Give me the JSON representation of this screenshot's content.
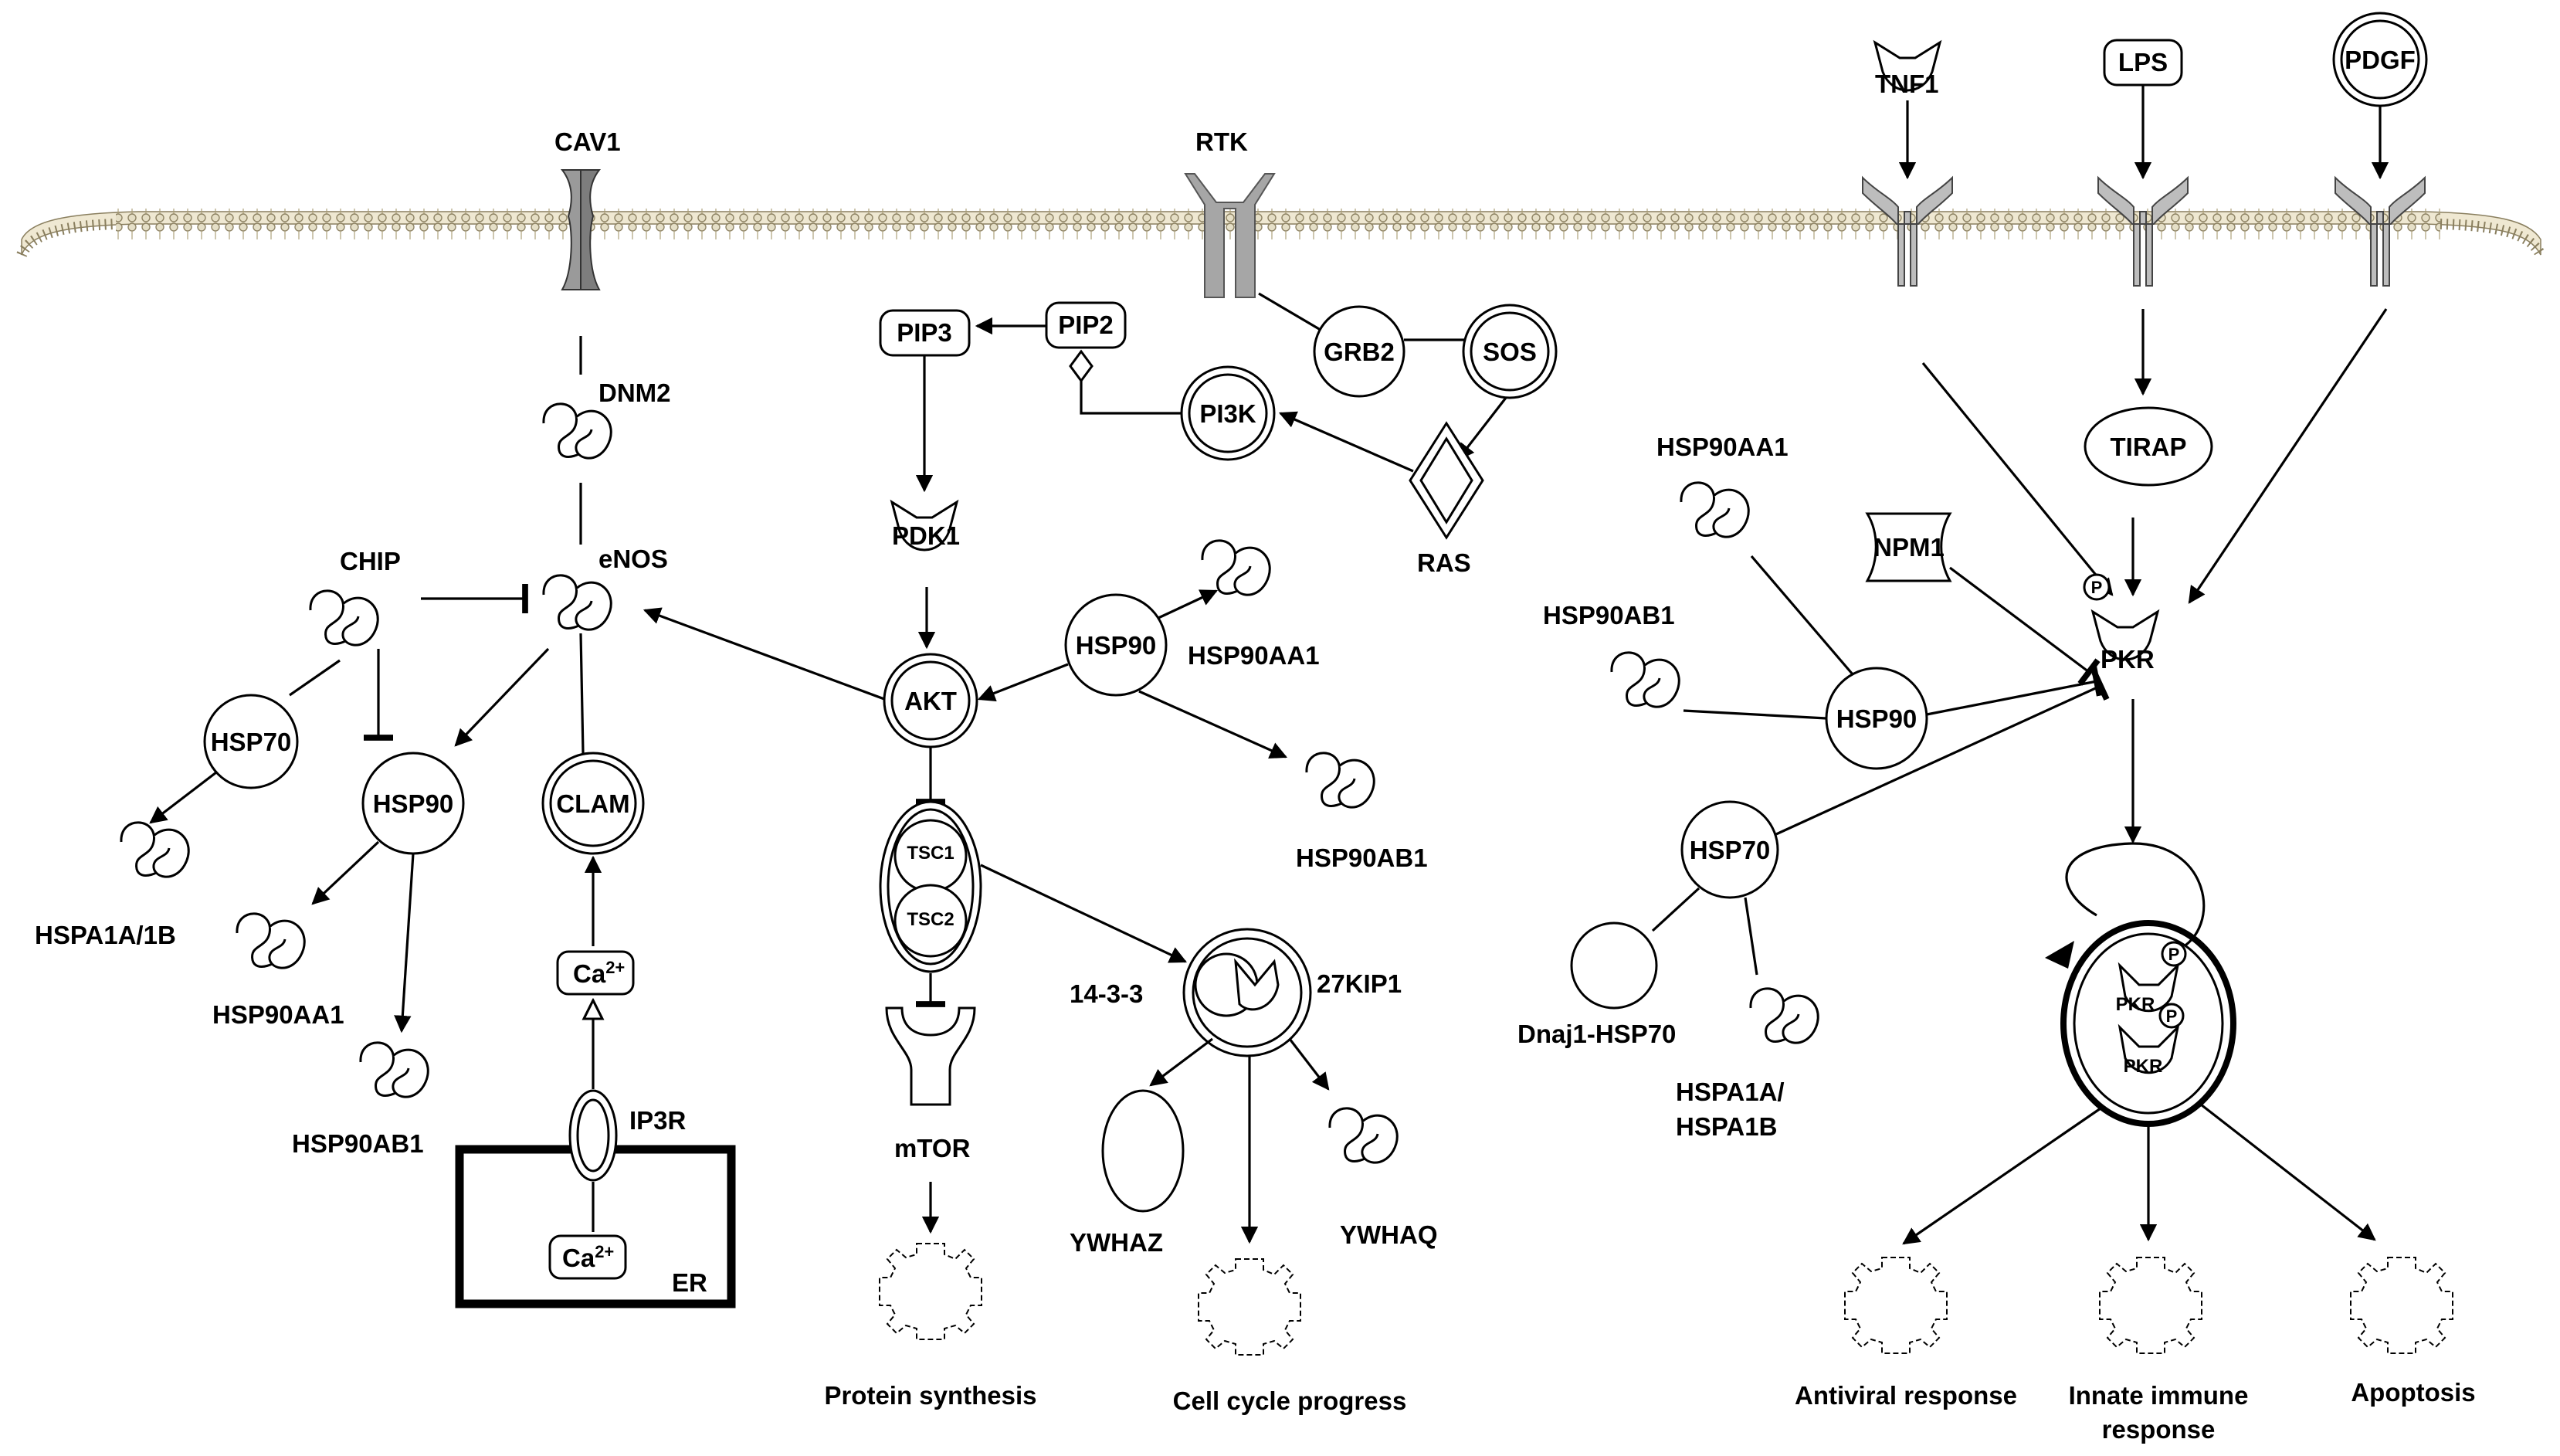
{
  "diagram": {
    "membrane": {
      "receptors": [
        "CAV1",
        "RTK"
      ]
    },
    "ligands": [
      "TNF1",
      "LPS",
      "PDGF"
    ],
    "left_pathway": {
      "nodes": {
        "dnm2": "DNM2",
        "enos": "eNOS",
        "chip": "CHIP",
        "hsp70": "HSP70",
        "hsp90": "HSP90",
        "clam": "CLAM",
        "hspa1a_1b": "HSPA1A/1B",
        "hsp90aa1": "HSP90AA1",
        "hsp90ab1": "HSP90AB1",
        "ca_cyt": "Ca",
        "ca_er": "Ca",
        "ca_sup": "2+",
        "ip3r": "IP3R",
        "er": "ER"
      }
    },
    "middle_pathway": {
      "nodes": {
        "pip3": "PIP3",
        "pip2": "PIP2",
        "grb2": "GRB2",
        "sos": "SOS",
        "pi3k": "PI3K",
        "ras": "RAS",
        "pdk1": "PDK1",
        "akt": "AKT",
        "hsp90": "HSP90",
        "hsp90aa1": "HSP90AA1",
        "hsp90ab1": "HSP90AB1",
        "tsc1": "TSC1",
        "tsc2": "TSC2",
        "mtor": "mTOR",
        "p1433": "14-3-3",
        "p27kip1": "27KIP1",
        "ywhaz": "YWHAZ",
        "ywhaq": "YWHAQ",
        "protein_synthesis": "Protein synthesis",
        "cell_cycle": "Cell cycle progress"
      }
    },
    "right_pathway": {
      "nodes": {
        "tirap": "TIRAP",
        "hsp90aa1": "HSP90AA1",
        "hsp90ab1": "HSP90AB1",
        "npm1": "NPM1",
        "pkr": "PKR",
        "p": "P",
        "hsp90": "HSP90",
        "hsp70": "HSP70",
        "dnaj1": "Dnaj1-HSP70",
        "hspa1a_line1": "HSPA1A/",
        "hspa1a_line2": "HSPA1B",
        "dimer_pkr": "PKR",
        "antiviral": "Antiviral response",
        "innate_line1": "Innate immune",
        "innate_line2": "response",
        "apoptosis": "Apoptosis"
      }
    }
  }
}
